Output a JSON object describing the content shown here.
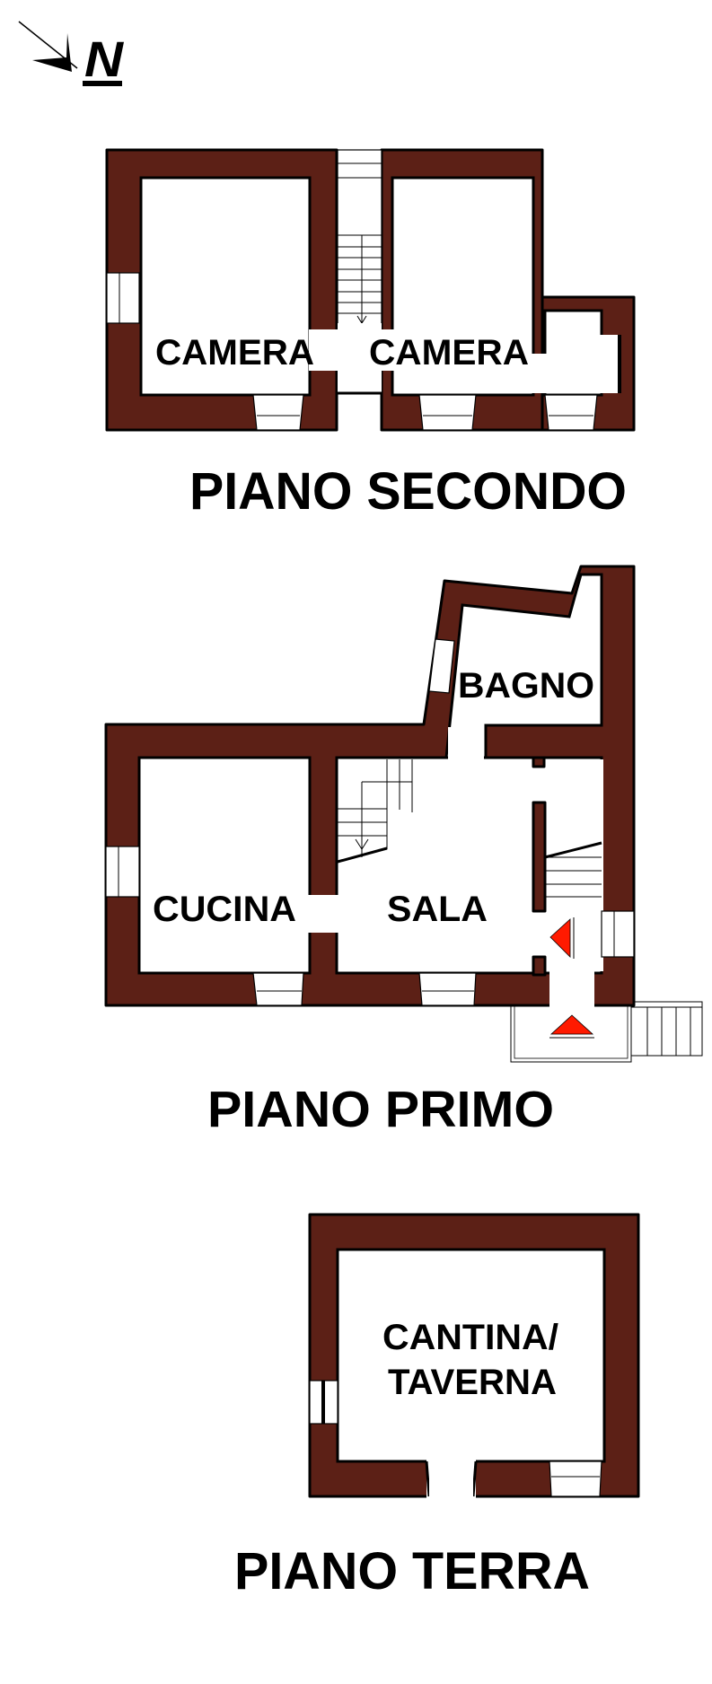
{
  "compass": {
    "label": "N",
    "icon": "north-arrow-icon"
  },
  "colors": {
    "wall": "#5c2016",
    "arrow": "#ff1a00"
  },
  "floors": {
    "second": {
      "title": "PIANO SECONDO",
      "rooms": [
        "CAMERA",
        "CAMERA"
      ]
    },
    "first": {
      "title": "PIANO PRIMO",
      "rooms": [
        "BAGNO",
        "CUCINA",
        "SALA"
      ]
    },
    "ground": {
      "title": "PIANO TERRA",
      "rooms": [
        "CANTINA/",
        "TAVERNA"
      ]
    }
  }
}
